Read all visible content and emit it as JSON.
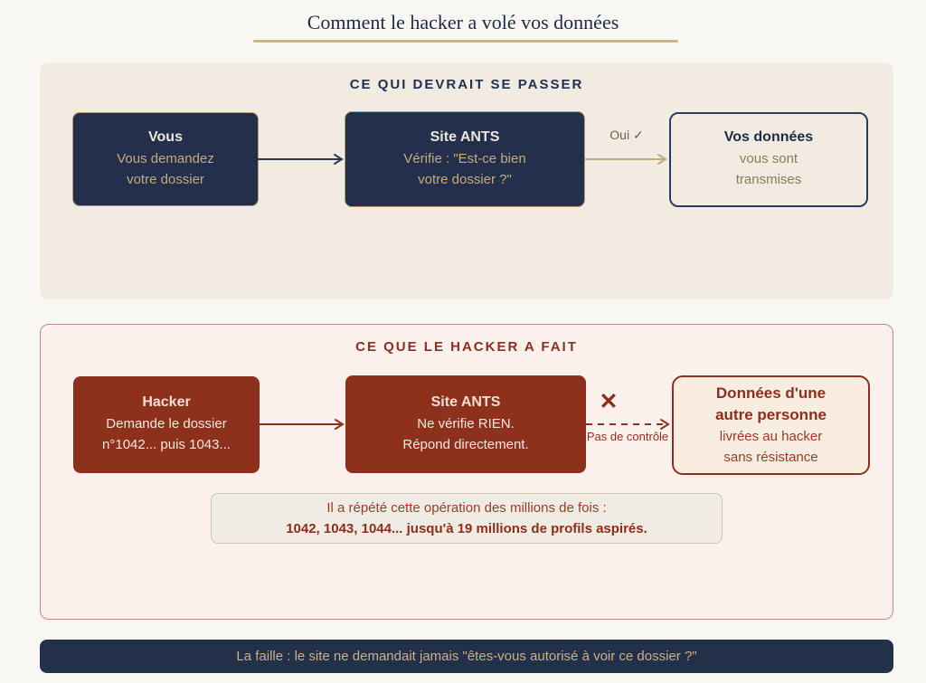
{
  "title": "Comment le hacker a volé vos données",
  "colors": {
    "page_bg": "#f8f7f4",
    "navy": "#242f4b",
    "dark_red": "#8d301c",
    "tan_accent": "#cbb487",
    "panel1_bg": "#f1ebe2",
    "panel2_bg": "#fdf1ee",
    "footer_bg": "#233049"
  },
  "panel1": {
    "heading": "CE QUI DEVRAIT SE PASSER",
    "box_you": {
      "title": "Vous",
      "line1": "Vous demandez",
      "line2": "votre dossier"
    },
    "box_site": {
      "title": "Site ANTS",
      "line1": "Vérifie : \"Est-ce bien",
      "line2": "votre dossier ?\""
    },
    "arrow2_label": "Oui ✓",
    "box_result": {
      "title": "Vos données",
      "line1": "vous sont",
      "line2": "transmises"
    }
  },
  "panel2": {
    "heading": "CE QUE LE HACKER A FAIT",
    "box_hacker": {
      "title": "Hacker",
      "line1": "Demande le dossier",
      "line2": "n°1042... puis 1043..."
    },
    "box_site": {
      "title": "Site ANTS",
      "line1": "Ne vérifie RIEN.",
      "line2": "Répond directement."
    },
    "cross_mark": "✕",
    "arrow_label": "Pas de contrôle",
    "box_result": {
      "title_line1": "Données d'une",
      "title_line2": "autre personne",
      "line1": "livrées au hacker",
      "line2": "sans résistance"
    },
    "note": {
      "line1": "Il a répété cette opération des millions de fois :",
      "line2": "1042, 1043, 1044... jusqu'à 19 millions de profils aspirés."
    }
  },
  "footer": {
    "text": "La faille : le site ne demandait jamais \"êtes-vous autorisé à voir ce dossier ?\""
  }
}
